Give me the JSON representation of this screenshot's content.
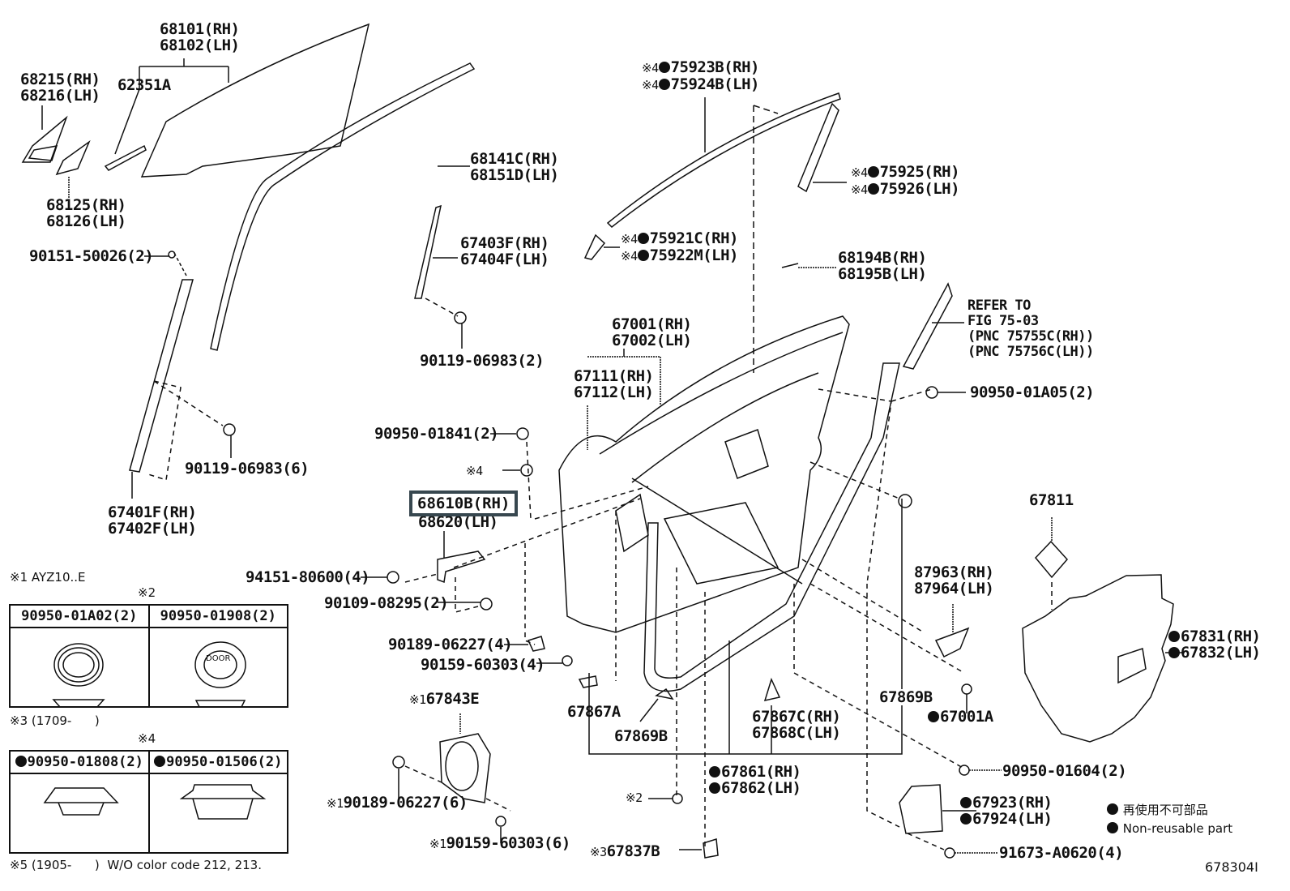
{
  "figure_id": "678304I",
  "highlight_color": "#37474f",
  "notes": {
    "n1": "※1 AYZ10..E",
    "n2_title": "※2",
    "n3": "※3 (1709-      )",
    "n4_title": "※4",
    "n5": "※5 (1905-      )  W/O color code 212, 213."
  },
  "legend_tables": {
    "t2": {
      "col1": "90950-01A02(2)",
      "col2": "90950-01908(2)",
      "door_text": "DOOR"
    },
    "t4": {
      "col1": "90950-01808(2)",
      "col2": "90950-01506(2)"
    }
  },
  "key": {
    "jp": "再使用不可部品",
    "en": "Non-reusable part"
  },
  "highlighted_part": {
    "line1": "68610B(RH)",
    "line2": "68620(LH)"
  },
  "callouts": {
    "p68101": [
      "68101(RH)",
      "68102(LH)"
    ],
    "p68215": [
      "68215(RH)",
      "68216(LH)"
    ],
    "p62351": [
      "62351A"
    ],
    "p68125": [
      "68125(RH)",
      "68126(LH)"
    ],
    "p90151": [
      "90151-50026(2)"
    ],
    "p68141": [
      "68141C(RH)",
      "68151D(LH)"
    ],
    "p67403": [
      "67403F(RH)",
      "67404F(LH)"
    ],
    "p90119a": [
      "90119-06983(2)"
    ],
    "p90119b": [
      "90119-06983(6)"
    ],
    "p67401": [
      "67401F(RH)",
      "67402F(LH)"
    ],
    "p75923": [
      "※4",
      "75923B(RH)",
      "※4",
      "75924B(LH)"
    ],
    "p75925": [
      "※4",
      "75925(RH)",
      "※4",
      "75926(LH)"
    ],
    "p75921": [
      "※4",
      "75921C(RH)",
      "※4",
      "75922M(LH)"
    ],
    "p68194": [
      "68194B(RH)",
      "68195B(LH)"
    ],
    "refer": [
      "REFER TO",
      "FIG 75-03",
      "(PNC 75755C(RH))",
      "(PNC 75756C(LH))"
    ],
    "p67001": [
      "67001(RH)",
      "67002(LH)"
    ],
    "p67111": [
      "67111(RH)",
      "67112(LH)"
    ],
    "p90950_05": [
      "90950-01A05(2)"
    ],
    "p90950_41": [
      "90950-01841(2)"
    ],
    "mark4": [
      "※4"
    ],
    "p94151": [
      "94151-80600(4)"
    ],
    "p90109": [
      "90109-08295(2)"
    ],
    "p90189a": [
      "90189-06227(4)"
    ],
    "p90159a": [
      "90159-60303(4)"
    ],
    "p67811": [
      "67811"
    ],
    "p87963": [
      "87963(RH)",
      "87964(LH)"
    ],
    "p67831": [
      "67831(RH)",
      "67832(LH)"
    ],
    "p67869b_r": [
      "67869B"
    ],
    "p67001a": [
      "67001A"
    ],
    "p67843": [
      "※1",
      "67843E"
    ],
    "p90189b": [
      "※1",
      "90189-06227(6)"
    ],
    "p90159b": [
      "※1",
      "90159-60303(6)"
    ],
    "p67867a": [
      "67867A"
    ],
    "p67869b_l": [
      "67869B"
    ],
    "p67867c": [
      "67867C(RH)",
      "67868C(LH)"
    ],
    "p67861": [
      "67861(RH)",
      "67862(LH)"
    ],
    "mark2": [
      "※2"
    ],
    "p67837": [
      "※3",
      "67837B"
    ],
    "p90950_04": [
      "90950-01604(2)"
    ],
    "p67923": [
      "67923(RH)",
      "67924(LH)"
    ],
    "p91673": [
      "91673-A0620(4)"
    ]
  }
}
